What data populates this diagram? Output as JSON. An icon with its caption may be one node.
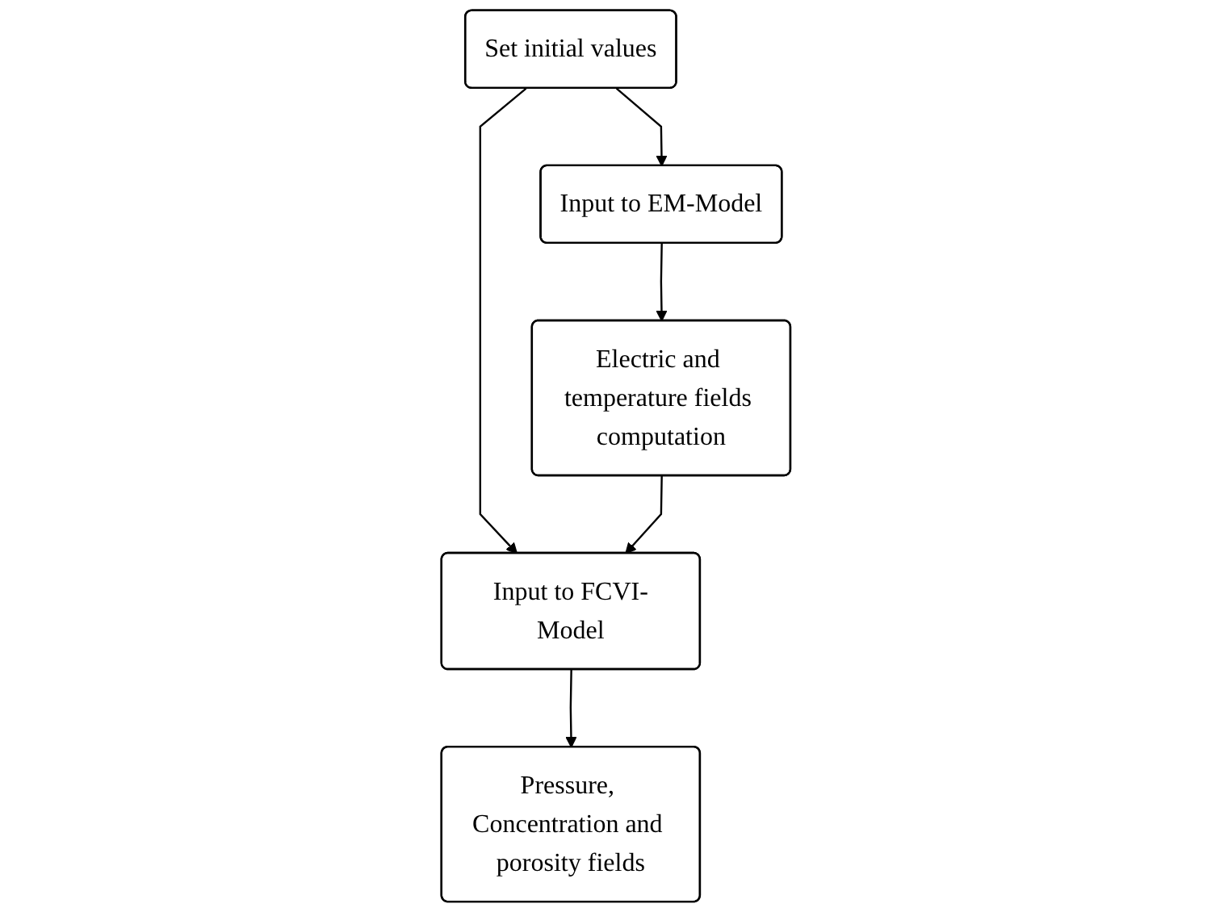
{
  "diagram": {
    "nodes": [
      {
        "text": [
          "Set initial values"
        ]
      },
      {
        "text": [
          "Input to EM-Model"
        ]
      },
      {
        "text": [
          "Input to FCVI-Model"
        ]
      },
      {
        "text": [
          "Electric and temperature fields computation"
        ]
      },
      {
        "text": [
          "Pressure, Concentration and porosity fields"
        ]
      }
    ],
    "edges": [
      {
        "from": 0,
        "to": 1,
        "arrow": "to"
      },
      {
        "from": 0,
        "to": 2,
        "arrow": "to"
      },
      {
        "from": 1,
        "to": 3,
        "arrow": "to"
      },
      {
        "from": 3,
        "to": 2,
        "arrow": "to"
      },
      {
        "from": 2,
        "to": 4,
        "arrow": "to"
      }
    ]
  }
}
